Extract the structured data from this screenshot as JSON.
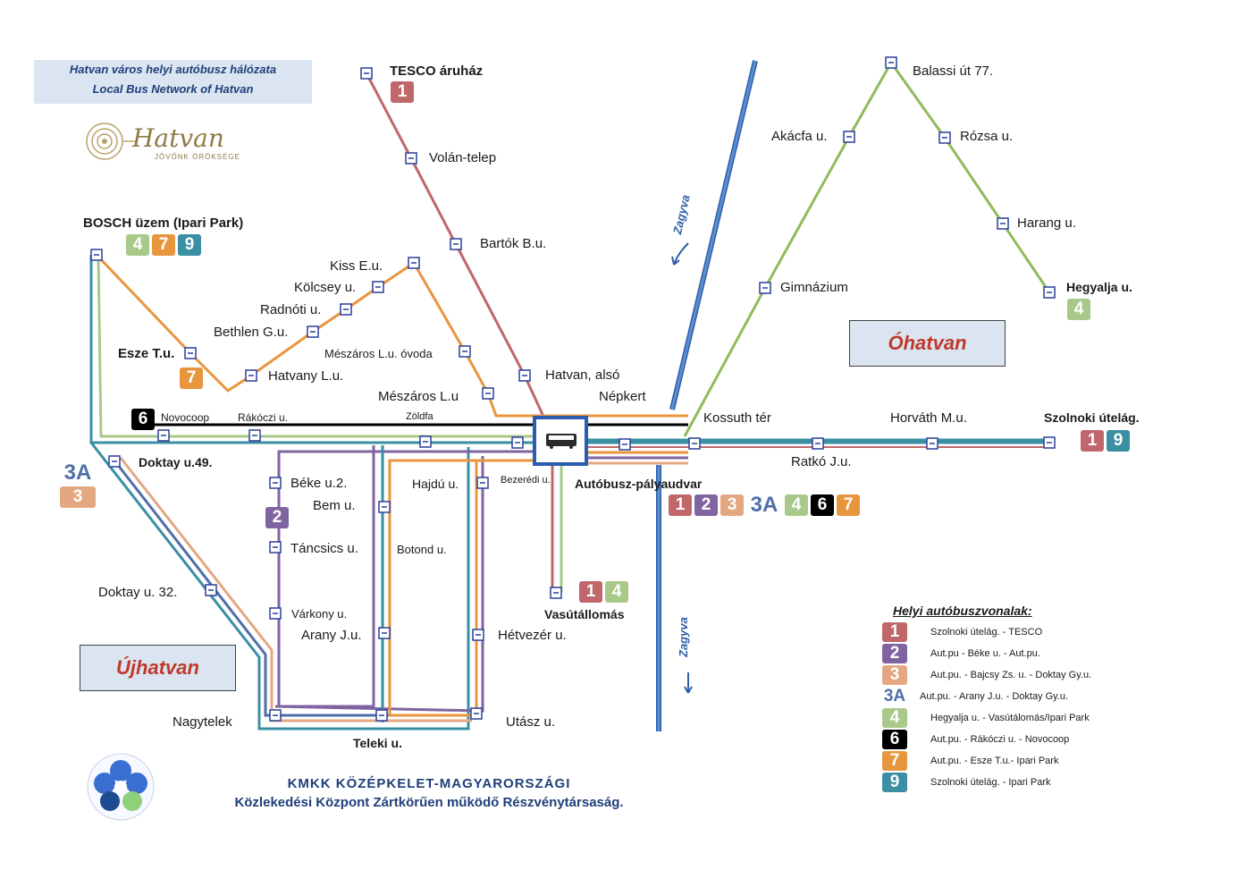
{
  "title": {
    "line1": "Hatvan város helyi autóbusz hálózata",
    "line2": "Local Bus Network of Hatvan"
  },
  "logo": {
    "name": "Hatvan",
    "tagline": "JÖVŐNK ÖRÖKSÉGE"
  },
  "districts": {
    "ohatvan": "Óhatvan",
    "ujhatvan": "Újhatvan"
  },
  "river": {
    "name": "Zagyva"
  },
  "stops": {
    "tesco": "TESCO áruház",
    "volan": "Volán-telep",
    "bartok": "Bartók B.u.",
    "hatvan_also": "Hatvan, alsó",
    "nepkert": "Népkert",
    "bosch": "BOSCH üzem (Ipari Park)",
    "kiss": "Kiss E.u.",
    "kolcsey": "Kölcsey u.",
    "radnoti": "Radnóti u.",
    "bethlen": "Bethlen G.u.",
    "esze": "Esze T.u.",
    "hatvany": "Hatvany L.u.",
    "meszaros_ovoda": "Mészáros L.u. óvoda",
    "meszaros": "Mészáros L.u",
    "novocoop": "Novocoop",
    "rakoczi": "Rákóczi u.",
    "zoldfa": "Zöldfa",
    "kossuth": "Kossuth tér",
    "horvath": "Horváth M.u.",
    "szolnoki": "Szolnoki útelág.",
    "ratko": "Ratkó J.u.",
    "palyaudvar": "Autóbusz-pályaudvar",
    "doktay49": "Doktay u.49.",
    "beke": "Béke u.2.",
    "bem": "Bem u.",
    "hajdu": "Hajdú u.",
    "bezeredi": "Bezerédi u.",
    "tancsics": "Táncsics u.",
    "botond": "Botond u.",
    "doktay32": "Doktay u. 32.",
    "varkony": "Várkony u.",
    "arany": "Arany J.u.",
    "hetvezer": "Hétvezér u.",
    "vasutallomas": "Vasútállomás",
    "nagytelek": "Nagytelek",
    "teleki": "Teleki u.",
    "utasz": "Utász u.",
    "balassi": "Balassi út 77.",
    "akacfa": "Akácfa u.",
    "rozsa": "Rózsa u.",
    "harang": "Harang u.",
    "gimnazium": "Gimnázium",
    "hegyalja": "Hegyalja u."
  },
  "lines": [
    {
      "id": "1",
      "color": "#c0676b",
      "desc": "Szolnoki útelág. - TESCO"
    },
    {
      "id": "2",
      "color": "#8064a2",
      "desc": "Aut.pu - Béke u. - Aut.pu."
    },
    {
      "id": "3",
      "color": "#e3a882",
      "desc": "Aut.pu. - Bajcsy Zs. u. - Doktay Gy.u."
    },
    {
      "id": "3A",
      "color": "#4f6fa8",
      "desc": "Aut.pu. - Arany J.u. - Doktay Gy.u."
    },
    {
      "id": "4",
      "color": "#a9c98a",
      "desc": "Hegyalja u. - Vasútálomás/Ipari Park"
    },
    {
      "id": "6",
      "color": "#000000",
      "desc": "Aut.pu. - Rákóczi u. - Novocoop"
    },
    {
      "id": "7",
      "color": "#e8963e",
      "desc": "Aut.pu. -   Esze T.u.- Ipari Park"
    },
    {
      "id": "9",
      "color": "#3b8fa3",
      "desc": "Szolnoki útelág. - Ipari Park"
    }
  ],
  "legend": {
    "title": "Helyi autóbuszvonalak:"
  },
  "footer": {
    "line1": "KMKK KÖZÉPKELET-MAGYARORSZÁGI",
    "line2": "Közlekedési Központ Zártkörűen működő Részvénytársaság."
  },
  "badges": {
    "tesco": [
      "1"
    ],
    "bosch": [
      "4",
      "7",
      "9"
    ],
    "esze": [
      "7"
    ],
    "novocoop": [
      "6"
    ],
    "doktay49": [
      "3A",
      "3"
    ],
    "beke": [
      "2"
    ],
    "palyaudvar": [
      "1",
      "2",
      "3",
      "3A",
      "4",
      "6",
      "7"
    ],
    "vasutallomas": [
      "1",
      "4"
    ],
    "szolnoki": [
      "1",
      "9"
    ],
    "hegyalja": [
      "4"
    ]
  }
}
